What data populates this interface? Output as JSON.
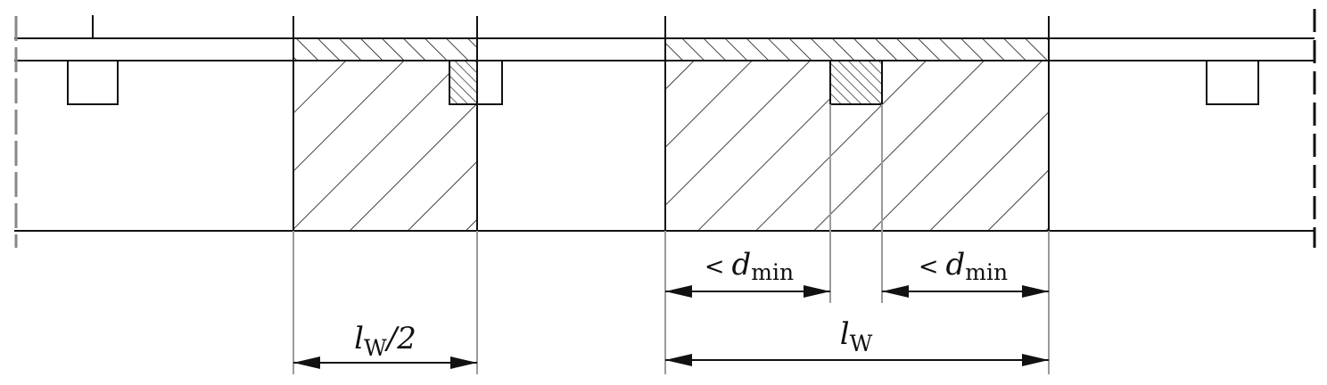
{
  "labels": {
    "half_width": {
      "var": "l",
      "sub": "W",
      "suffix": "/2"
    },
    "full_width": {
      "var": "l",
      "sub": "W"
    },
    "dmin_left": {
      "op": "<",
      "var": "d",
      "sub": "min"
    },
    "dmin_right": {
      "op": "<",
      "var": "d",
      "sub": "min"
    }
  },
  "colors": {
    "line": "#111111",
    "extension_line": "#9a9a9a",
    "background": "#ffffff"
  }
}
